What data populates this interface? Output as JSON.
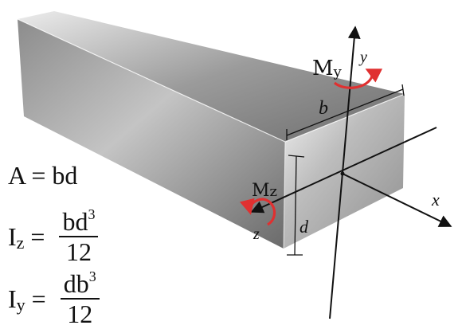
{
  "labels": {
    "moment_y": "My",
    "moment_y_main": "M",
    "moment_y_sub": "y",
    "moment_z_main": "M",
    "moment_z_sub": "z",
    "axis_y": "y",
    "axis_x": "x",
    "axis_z": "z",
    "width_b": "b",
    "depth_d": "d"
  },
  "formulas": {
    "area": {
      "lhs": "A",
      "eq": "=",
      "rhs": "bd"
    },
    "iz": {
      "lhs_main": "I",
      "lhs_sub": "z",
      "eq": "=",
      "num": "bd",
      "num_exp": "3",
      "den": "12"
    },
    "iy": {
      "lhs_main": "I",
      "lhs_sub": "y",
      "eq": "=",
      "num": "db",
      "num_exp": "3",
      "den": "12"
    }
  },
  "colors": {
    "beam_light": "#d9d9d9",
    "beam_mid": "#9a9a9a",
    "beam_dark": "#5a5a5a",
    "moment_arrow": "#e03030",
    "ink": "#111111"
  }
}
